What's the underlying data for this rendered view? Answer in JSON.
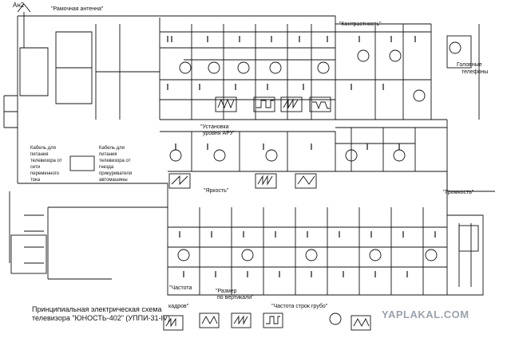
{
  "labels": {
    "antenna_ref": "Ан2",
    "antenna": "\"Рамочная антенна\"",
    "contrast": "\"Контрастность\"",
    "phones_line1": "Головные",
    "phones_line2": "телефоны",
    "agc_line1": "\"Установка",
    "agc_line2": "уровня АРУ\"",
    "brightness": "\"Яркость\"",
    "volume": "\"Громкость\"",
    "frame_freq_line1": "\"Частота",
    "frame_freq_line2": "кадров\"",
    "line_freq": "\"Частота строк грубо\"",
    "vsize_line1": "\"Размер",
    "vsize_line2": "по вертикали\"",
    "mains_caption": "Кабель для питания телевизора от сети переменного тока",
    "phone_caption": "Кабель для питания телевизора от гнезда прикуривателя автомашины"
  },
  "title": "Принципиальная электрическая схема телевизора \"ЮНОСТЬ-402\" (УППИ-31-IV)",
  "watermark": "YAPLAKAL.COM",
  "colors": {
    "ink": "#111111",
    "paper": "#ffffff",
    "watermark": "#9aa3ad"
  },
  "icons": {
    "schematic": "circuit-schematic-icon",
    "transistor": "transistor-icon",
    "waveform": "oscillogram-icon"
  }
}
